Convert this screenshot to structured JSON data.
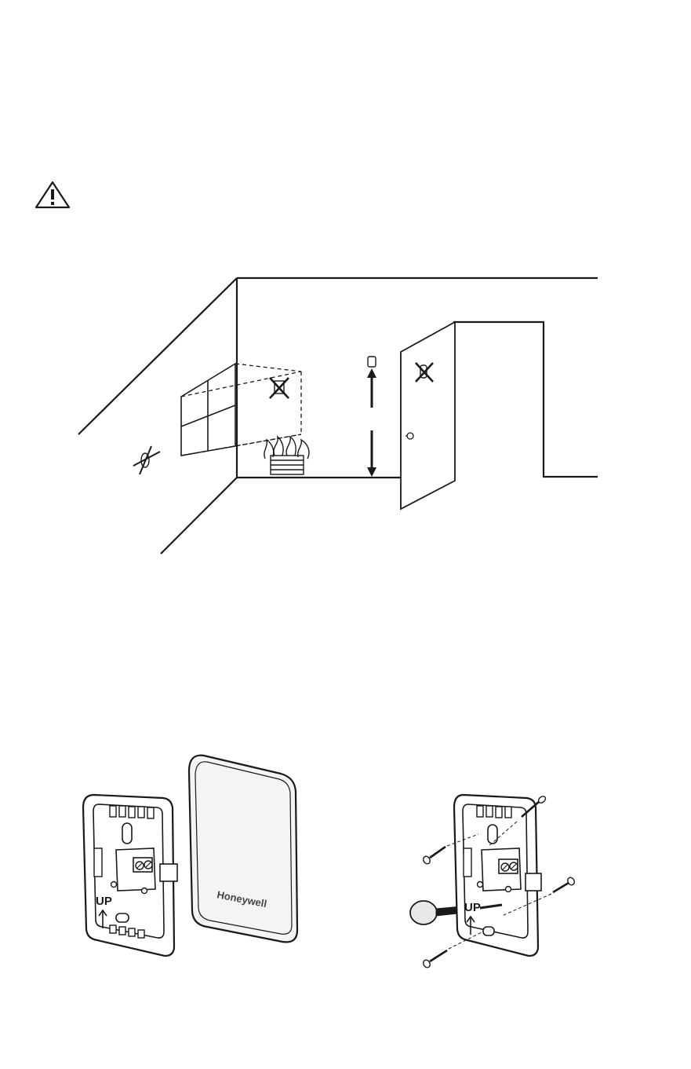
{
  "warning": {
    "icon": "warning-triangle-icon"
  },
  "thermostat_cover": {
    "brand": "Honeywell"
  },
  "wallplate_left": {
    "label": "UP"
  },
  "wallplate_right": {
    "label": "UP"
  },
  "colors": {
    "ink": "#1a1a1a",
    "paper": "#ffffff",
    "cover_shade": "#f4f4f4"
  },
  "icons": {
    "no_outside_wall": "x-mark-icon",
    "no_window_draft": "x-mark-icon",
    "no_behind_door": "x-mark-icon",
    "heat_source": "radiator-flame-icon",
    "sensor_location": "thermostat-icon"
  }
}
